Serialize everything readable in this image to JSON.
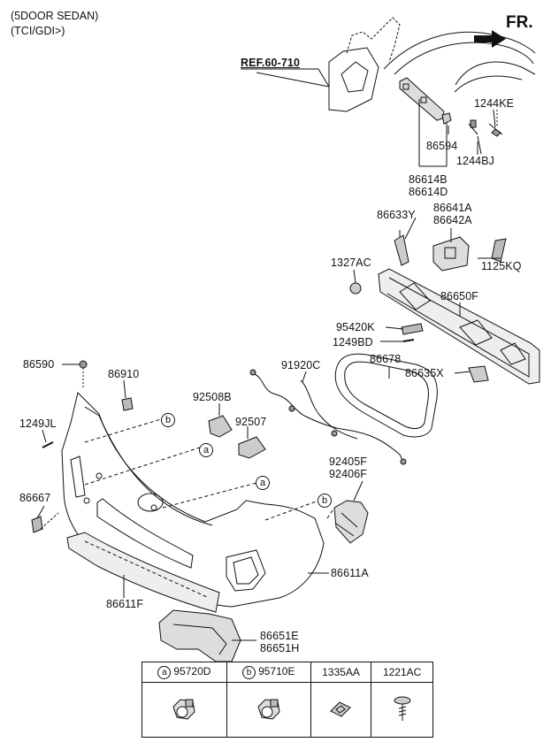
{
  "header": {
    "line1": "(5DOOR SEDAN)",
    "line2": "(TCI/GDI>)"
  },
  "direction": "FR.",
  "reference": "REF.60-710",
  "callouts": {
    "p1244KE": "1244KE",
    "p86594": "86594",
    "p1244BJ": "1244BJ",
    "p86614B": "86614B",
    "p86614D": "86614D",
    "p86633Y": "86633Y",
    "p86641A": "86641A",
    "p86642A": "86642A",
    "p1327AC": "1327AC",
    "p1125KQ": "1125KQ",
    "p86650F": "86650F",
    "p95420K": "95420K",
    "p1249BD": "1249BD",
    "p86590": "86590",
    "p86910": "86910",
    "p91920C": "91920C",
    "p86678": "86678",
    "p86635X": "86635X",
    "p92508B": "92508B",
    "p92507": "92507",
    "p1249JL": "1249JL",
    "p92405F": "92405F",
    "p92406F": "92406F",
    "p86667": "86667",
    "p86611A": "86611A",
    "p86611F": "86611F",
    "p86651E": "86651E",
    "p86651H": "86651H"
  },
  "markers": {
    "a": "a",
    "b": "b"
  },
  "legend": [
    {
      "marker": "a",
      "part": "95720D",
      "icon": "parking-sensor-icon"
    },
    {
      "marker": "b",
      "part": "95710E",
      "icon": "parking-sensor-icon"
    },
    {
      "marker": "",
      "part": "1335AA",
      "icon": "clip-nut-icon"
    },
    {
      "marker": "",
      "part": "1221AC",
      "icon": "screw-icon"
    }
  ]
}
